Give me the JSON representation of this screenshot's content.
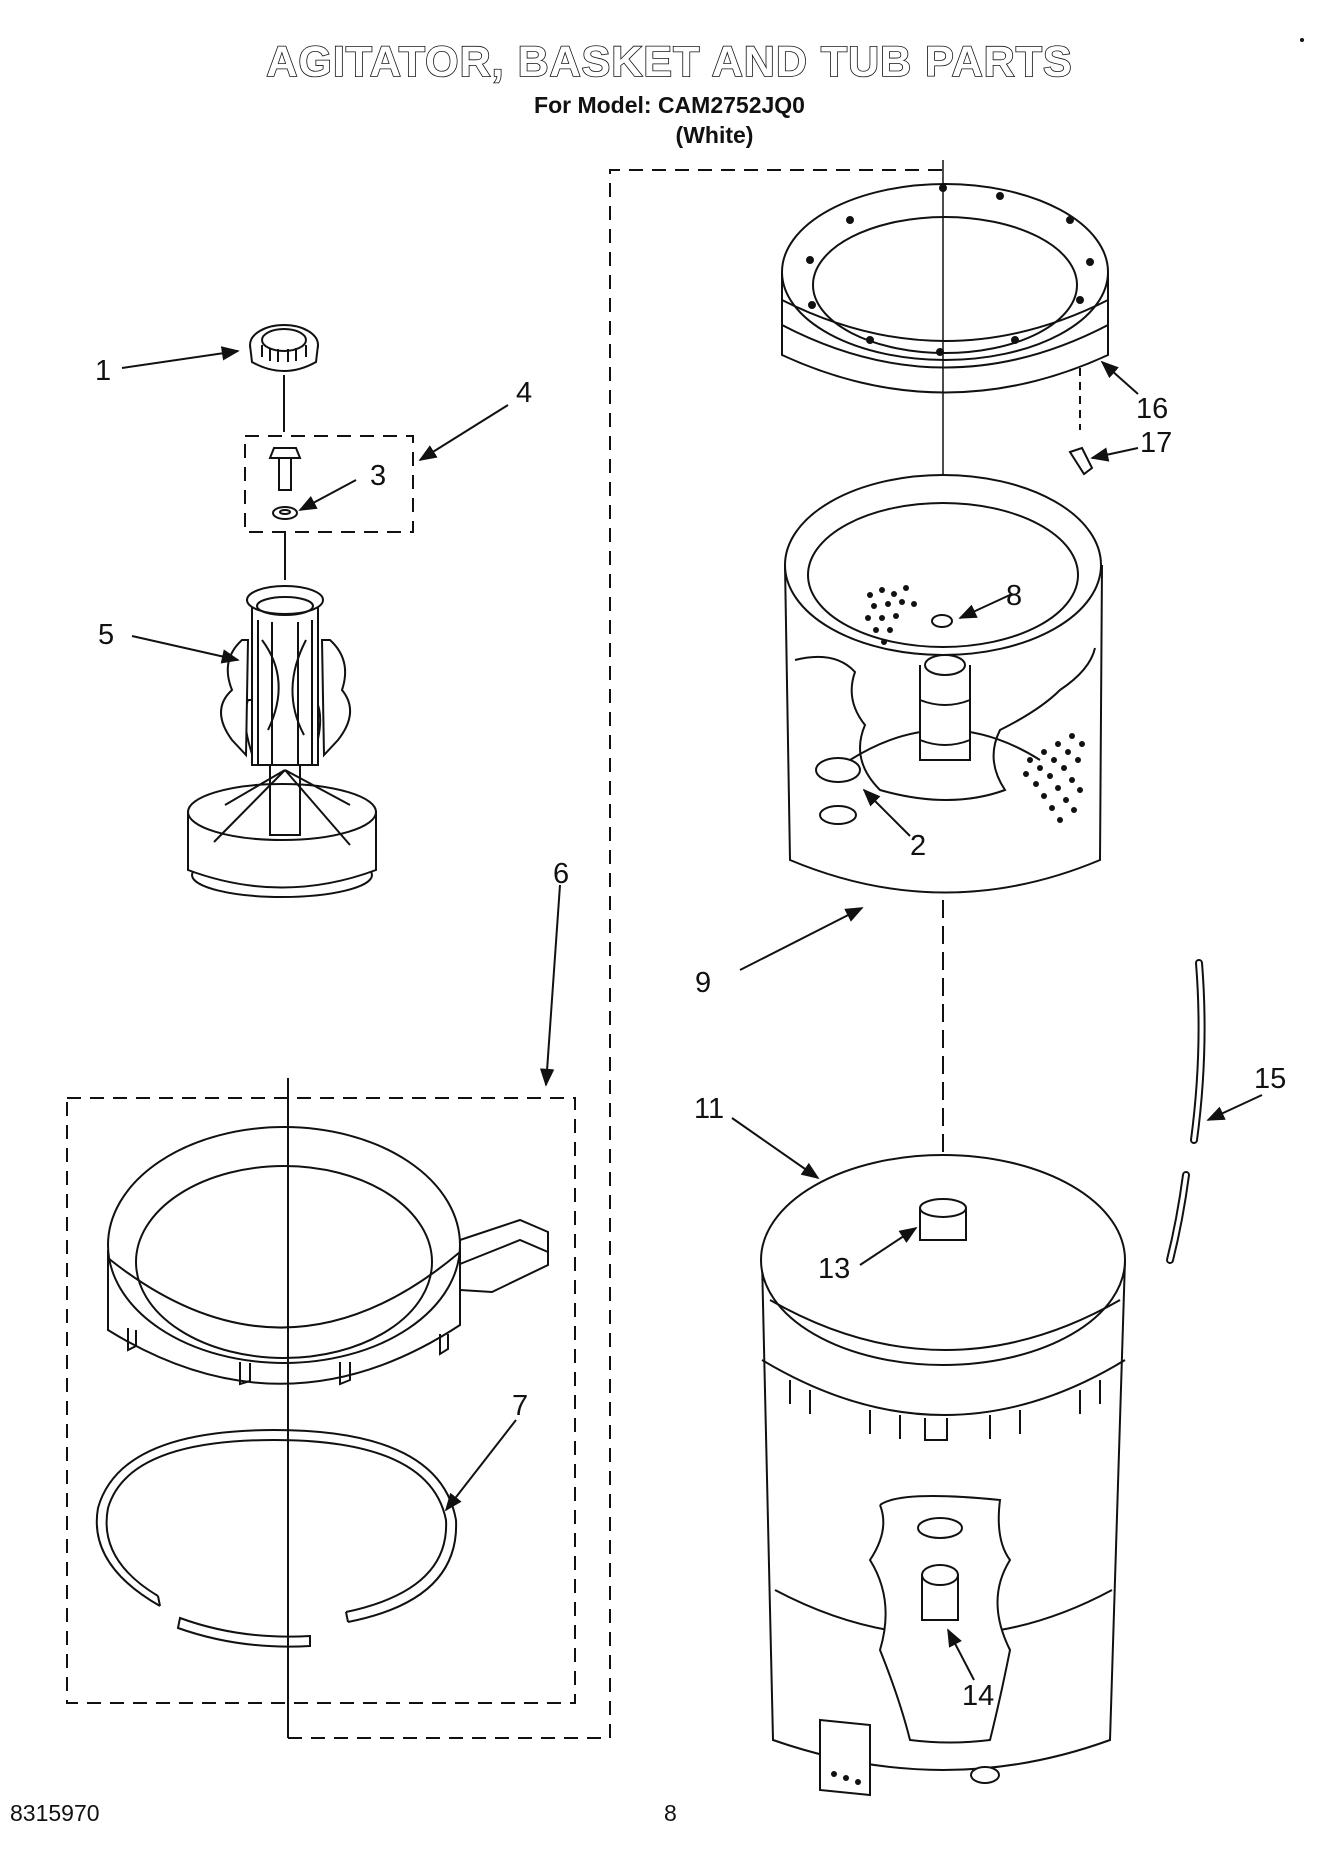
{
  "title": "AGITATOR, BASKET AND TUB PARTS",
  "model_line": "For Model: CAM2752JQ0",
  "color_line": "(White)",
  "doc_number": "8315970",
  "page_number": "8",
  "callouts": {
    "c1": "1",
    "c2": "2",
    "c3": "3",
    "c4": "4",
    "c5": "5",
    "c6": "6",
    "c7": "7",
    "c8": "8",
    "c9": "9",
    "c11": "11",
    "c13": "13",
    "c14": "14",
    "c15": "15",
    "c16": "16",
    "c17": "17"
  },
  "colors": {
    "ink": "#111111",
    "fill": "#ffffff"
  }
}
